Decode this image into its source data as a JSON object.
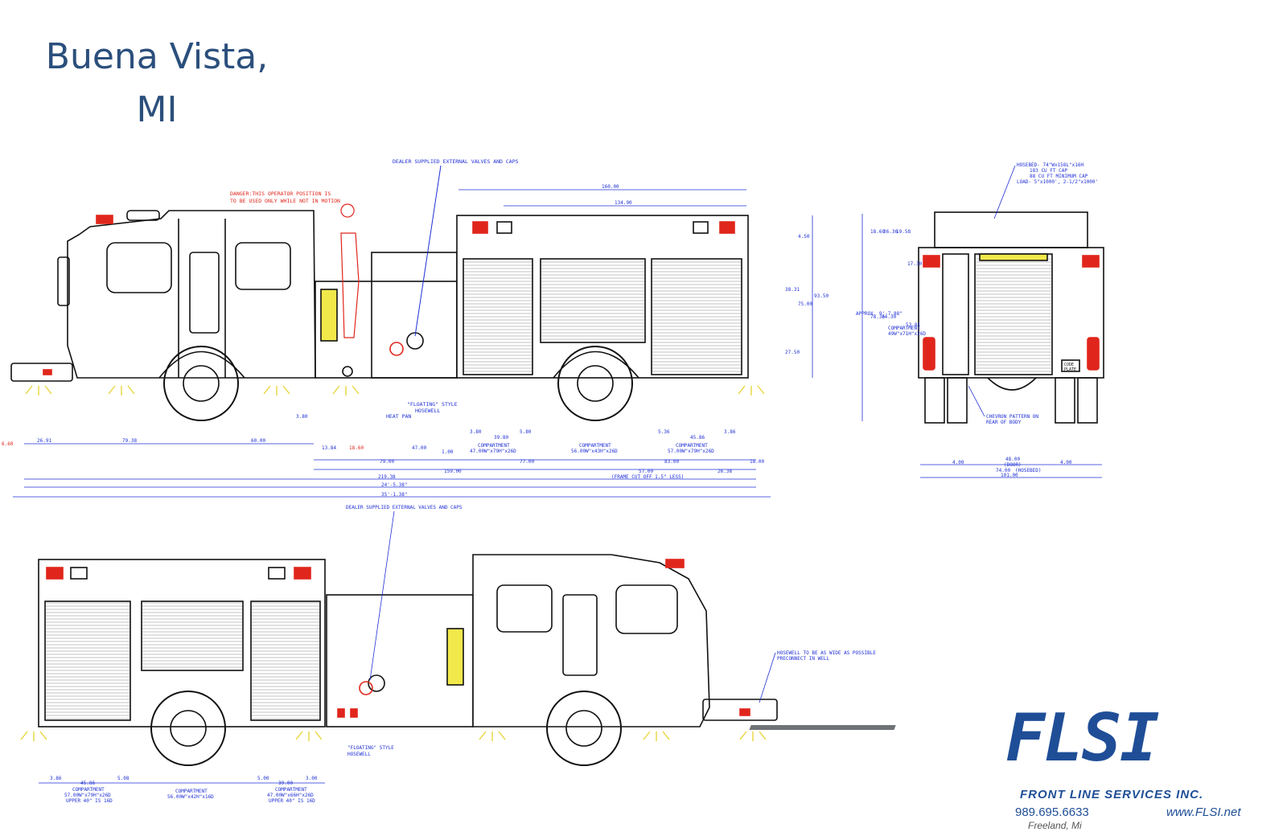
{
  "title": {
    "line1": "Buena Vista,",
    "line2": "MI"
  },
  "notes": {
    "valves_top": "DEALER SUPPLIED EXTERNAL VALVES AND CAPS",
    "valves_bottom": "DEALER SUPPLIED EXTERNAL VALVES AND CAPS",
    "danger_1": "DANGER:THIS OPERATOR POSITION IS",
    "danger_2": "TO BE USED ONLY WHILE NOT IN MOTION",
    "floating_top_1": "\"FLOATING\" STYLE",
    "floating_top_2": "HOSEWELL",
    "heat_pan": "HEAT PAN",
    "floating_bottom_1": "\"FLOATING\" STYLE",
    "floating_bottom_2": "HOSEWELL",
    "hosewell_wide_1": "HOSEWELL TO BE AS WIDE AS POSSIBLE",
    "hosewell_wide_2": "PRECONNECT IN WELL",
    "hosebed_1": "HOSEBED- 74\"Wx158L\"x16H",
    "hosebed_2": "183 CU FT CAP",
    "hosebed_3": "88 CU FT MINIMUM CAP",
    "hosebed_4": "LOAD- 5\"x1000', 2-1/2\"x1000'",
    "chevron_1": "CHEVRON PATTERN ON",
    "chevron_2": "REAR OF BODY"
  },
  "dimensions_top": {
    "overall_body": "160.00",
    "hosebed_length": "134.90",
    "d_6_60": "6.60",
    "d_26_91": "26.91",
    "d_79_38": "79.38",
    "d_60_00": "60.00",
    "d_3_80": "3.80",
    "d_13_84": "13.84",
    "d_18_60": "18.60",
    "d_47_00": "47.00",
    "d_1_00": "1.00",
    "d_3_80b": "3.80",
    "d_39_80": "39.80",
    "d_5_80": "5.80",
    "d_5_36": "5.36",
    "d_45_86": "45.86",
    "d_3_86": "3.86",
    "comp1_a": "COMPARTMENT",
    "comp1_b": "47.00W\"x79H\"x26D",
    "comp2_a": "COMPARTMENT",
    "comp2_b": "56.00W\"x43H\"x26D",
    "comp3_a": "COMPARTMENT",
    "comp3_b": "57.00W\"x79H\"x26D",
    "d_79_00": "79.00",
    "d_77_00": "77.00",
    "d_83_00": "83.00",
    "d_159_00": "159.00",
    "d_57_00": "57.00",
    "d_26_38": "26.38",
    "d_18_00": "18.00",
    "frame_cut": "(FRAME CUT OFF 1.5\" LESS)",
    "d_219_38": "219.38",
    "d_24_5": "24'-5.38\"",
    "d_35_1": "35'-1.38\"",
    "v_4_50": "4.50",
    "v_38_31": "38.31",
    "v_75_00": "75.00",
    "v_93_50": "93.50",
    "v_27_50": "27.50"
  },
  "dimensions_rear": {
    "r_18_60": "18.60",
    "r_26_36": "26.36",
    "r_19_58": "19.58",
    "r_17_30": "17.30",
    "r_approx": "APPROX. 9'-7.88\"",
    "r_78_36": "78.36",
    "r_74_30": "74.30",
    "r_comp_1": "COMPARTMENT",
    "r_comp_2": "49W\"x71H\"x26D",
    "r_53_81": "53.81",
    "r_4_00a": "4.00",
    "r_48_00": "48.00",
    "r_door": "(DOOR)",
    "r_4_00b": "4.00",
    "r_74_00": "74.00",
    "r_hosebed": "(HOSEBED)",
    "r_101_00": "101.00"
  },
  "dimensions_bottom": {
    "b_3_86": "3.86",
    "b_45_86": "45.86",
    "b_5_08": "5.08",
    "b_5_00": "5.00",
    "b_39_00": "39.00",
    "b_3_00": "3.00",
    "bc1_a": "COMPARTMENT",
    "bc1_b": "57.00W\"x79H\"x26D",
    "bc1_c": "UPPER 40\" IS 16D",
    "bc2_a": "COMPARTMENT",
    "bc2_b": "56.00W\"x42H\"x16D",
    "bc3_a": "COMPARTMENT",
    "bc3_b": "47.00W\"x66H\"x26D",
    "bc3_c": "UPPER 40\" IS 16D"
  },
  "plate": {
    "code": "CODE",
    "sub": "PLATE"
  },
  "logo": {
    "mark": "FLSI",
    "company": "FRONT LINE SERVICES INC.",
    "phone": "989.695.6633",
    "website": "www.FLSI.net",
    "city": "Freeland, Mi"
  },
  "colors": {
    "title": "#2b4f7c",
    "dim": "#1f2fd6",
    "danger": "#e0261c",
    "logo_blue": "#1f4e97",
    "logo_grey": "#6f7378",
    "amber": "#f1e94a"
  }
}
